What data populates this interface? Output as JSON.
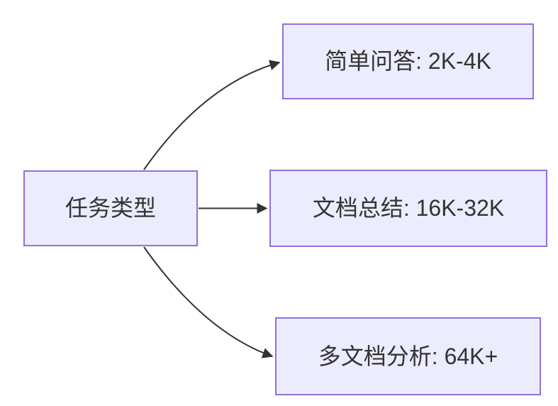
{
  "diagram": {
    "type": "flowchart",
    "direction": "LR",
    "colors": {
      "background": "#ffffff",
      "node_fill": "#ECECFF",
      "node_border": "#9370DB",
      "edge": "#333333",
      "text": "#333333"
    },
    "nodes": {
      "root": {
        "id": "task-type",
        "label": "任务类型"
      },
      "branches": [
        {
          "id": "simple-qa",
          "label": "简单问答: 2K-4K"
        },
        {
          "id": "doc-summary",
          "label": "文档总结: 16K-32K"
        },
        {
          "id": "multi-doc",
          "label": "多文档分析: 64K+"
        }
      ]
    },
    "edges": [
      {
        "from": "task-type",
        "to": "simple-qa"
      },
      {
        "from": "task-type",
        "to": "doc-summary"
      },
      {
        "from": "task-type",
        "to": "multi-doc"
      }
    ]
  }
}
